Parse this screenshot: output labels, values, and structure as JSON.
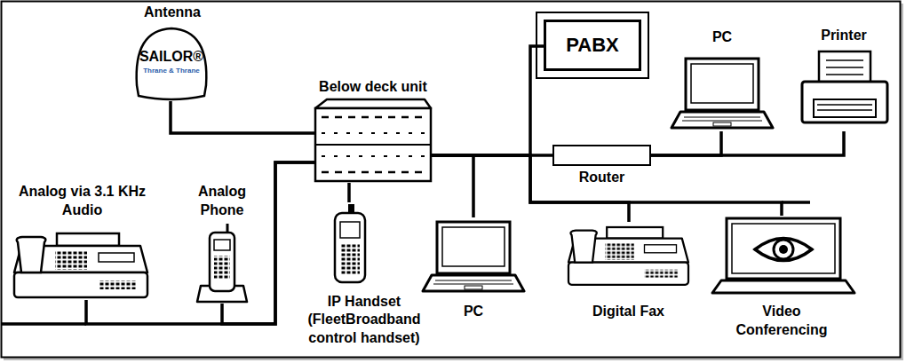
{
  "diagram": {
    "nodes": [
      {
        "text": [
          "Antenna"
        ]
      },
      {
        "text": [
          "Below deck unit"
        ]
      },
      {
        "text": [
          "PABX"
        ]
      },
      {
        "text": [
          "PC"
        ]
      },
      {
        "text": [
          "Printer"
        ]
      },
      {
        "text": [
          "Router"
        ]
      },
      {
        "text": [
          "Analog via 3.1 KHz Audio"
        ]
      },
      {
        "text": [
          "Analog Phone"
        ]
      },
      {
        "text": [
          "IP Handset (FleetBroadband control handset)"
        ]
      },
      {
        "text": [
          "PC"
        ]
      },
      {
        "text": [
          "Digital Fax"
        ]
      },
      {
        "text": [
          "Video Conferencing"
        ]
      }
    ],
    "edges": [
      {
        "from": 0,
        "to": 1,
        "arrow": "none"
      },
      {
        "from": 1,
        "to": 6,
        "arrow": "none"
      },
      {
        "from": 1,
        "to": 7,
        "arrow": "none"
      },
      {
        "from": 1,
        "to": 8,
        "arrow": "none"
      },
      {
        "from": 1,
        "to": 9,
        "arrow": "none"
      },
      {
        "from": 1,
        "to": 5,
        "arrow": "none"
      },
      {
        "from": 1,
        "to": 2,
        "arrow": "none"
      },
      {
        "from": 1,
        "to": 10,
        "arrow": "none"
      },
      {
        "from": 1,
        "to": 11,
        "arrow": "none"
      },
      {
        "from": 5,
        "to": 3,
        "arrow": "none"
      },
      {
        "from": 5,
        "to": 4,
        "arrow": "none"
      }
    ],
    "labels": [
      "SAILOR®",
      "Thrane & Thrane"
    ]
  }
}
